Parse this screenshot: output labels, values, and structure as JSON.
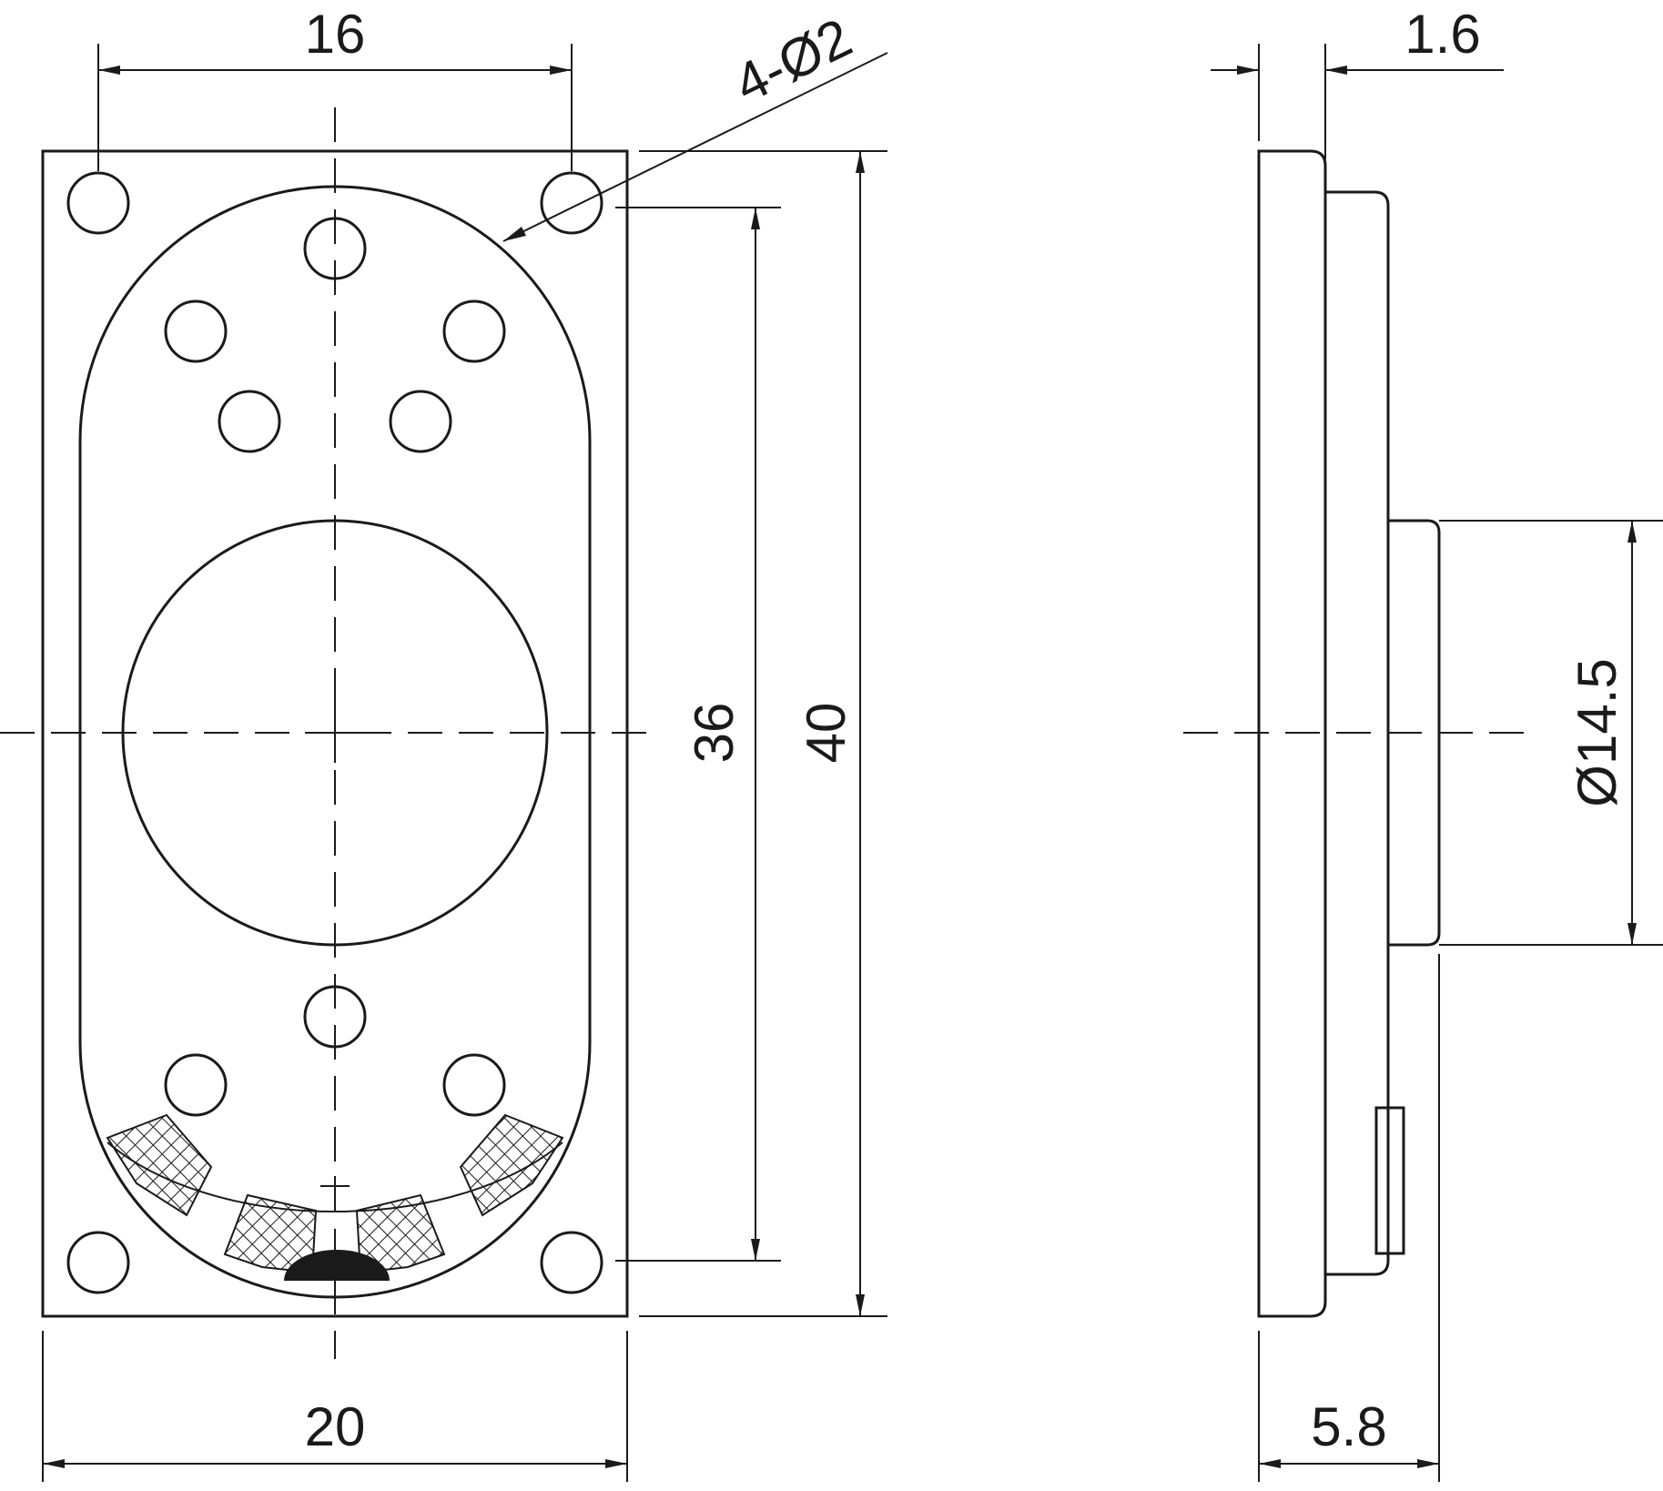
{
  "dimensions": {
    "hole_spacing_width": "16",
    "mount_holes": "4-Ø2",
    "hole_spacing_height": "36",
    "overall_height": "40",
    "overall_width": "20",
    "flange_thickness": "1.6",
    "magnet_diameter": "Ø14.5",
    "overall_depth": "5.8"
  },
  "colors": {
    "line": "#1a1a1a",
    "background": "#ffffff"
  }
}
